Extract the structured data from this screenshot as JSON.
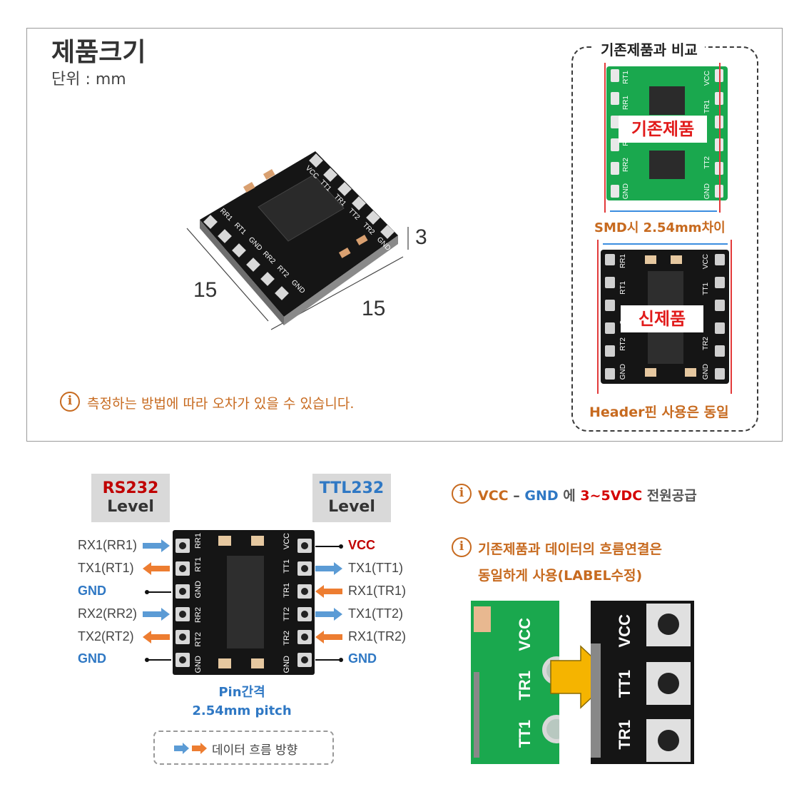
{
  "size_section": {
    "title": "제품크기",
    "unit": "단위 : mm",
    "dim_height": "3",
    "dim_left": "15",
    "dim_right": "15",
    "note": "측정하는 방법에 따라 오차가 있을 수 있습니다.",
    "info_glyph": "i"
  },
  "comparison": {
    "title": "기존제품과 비교",
    "old_label": "기존제품",
    "diff_text": "SMD시 2.54mm차이",
    "new_label": "신제품",
    "header_text": "Header핀 사용은 동일",
    "old_pins_left": [
      "RT1",
      "RR1",
      "",
      "RT2",
      "RR2",
      "GND"
    ],
    "old_pins_right": [
      "VCC",
      "TR1",
      "",
      "",
      "TT2",
      "GND"
    ],
    "new_pins_left": [
      "RR1",
      "RT1",
      "",
      "2",
      "RT2",
      "GND"
    ],
    "new_pins_right": [
      "VCC",
      "TT1",
      "",
      "",
      "TR2",
      "GND"
    ]
  },
  "board_3d": {
    "pins_top": [
      "VCC",
      "TT1",
      "TR1",
      "TT2",
      "TR2",
      "GND"
    ],
    "pins_bottom": [
      "RR1",
      "RT1",
      "GND",
      "RR2",
      "RT2",
      "GND"
    ]
  },
  "pinout": {
    "rs232_title": "RS232",
    "rs232_level": "Level",
    "ttl232_title": "TTL232",
    "ttl232_level": "Level",
    "left_pins": [
      {
        "label": "RX1(RR1)",
        "kind": "in"
      },
      {
        "label": "TX1(RT1)",
        "kind": "out"
      },
      {
        "label": "GND",
        "kind": "gnd"
      },
      {
        "label": "RX2(RR2)",
        "kind": "in"
      },
      {
        "label": "TX2(RT2)",
        "kind": "out"
      },
      {
        "label": "GND",
        "kind": "gnd"
      }
    ],
    "right_pins": [
      {
        "label": "VCC",
        "kind": "vcc"
      },
      {
        "label": "TX1(TT1)",
        "kind": "out"
      },
      {
        "label": "RX1(TR1)",
        "kind": "in"
      },
      {
        "label": "TX1(TT2)",
        "kind": "out"
      },
      {
        "label": "RX1(TR2)",
        "kind": "in"
      },
      {
        "label": "GND",
        "kind": "gnd"
      }
    ],
    "board_left_text": [
      "RR1",
      "RT1",
      "GND",
      "RR2",
      "RT2",
      "GND"
    ],
    "board_right_text": [
      "VCC",
      "TT1",
      "TR1",
      "TT2",
      "TR2",
      "GND"
    ],
    "pitch_line1": "Pin간격",
    "pitch_line2": "2.54mm  pitch",
    "legend": "데이터 흐름 방향",
    "arrow_blue": "#5b9bd5",
    "arrow_orange": "#ed7d31"
  },
  "notes": {
    "vcc_note": {
      "vcc": "VCC",
      "dash": "–",
      "gnd": "GND",
      "particle": "에",
      "voltage": "3~5VDC",
      "rest": "전원공급"
    },
    "label_note_line1": "기존제품과 데이터의 흐름연결은",
    "label_note_line2": "동일하게 사용(LABEL수정)"
  },
  "closeup": {
    "old_labels": [
      "VCC",
      "TR1",
      "TT1"
    ],
    "new_labels": [
      "VCC",
      "TT1",
      "TR1"
    ],
    "arrow_color": "#f5b400"
  },
  "colors": {
    "green_board": "#1aa84e",
    "black_board": "#151515",
    "accent_orange": "#c76a1f",
    "accent_blue": "#2f78c4",
    "accent_red": "#e11a1a"
  }
}
